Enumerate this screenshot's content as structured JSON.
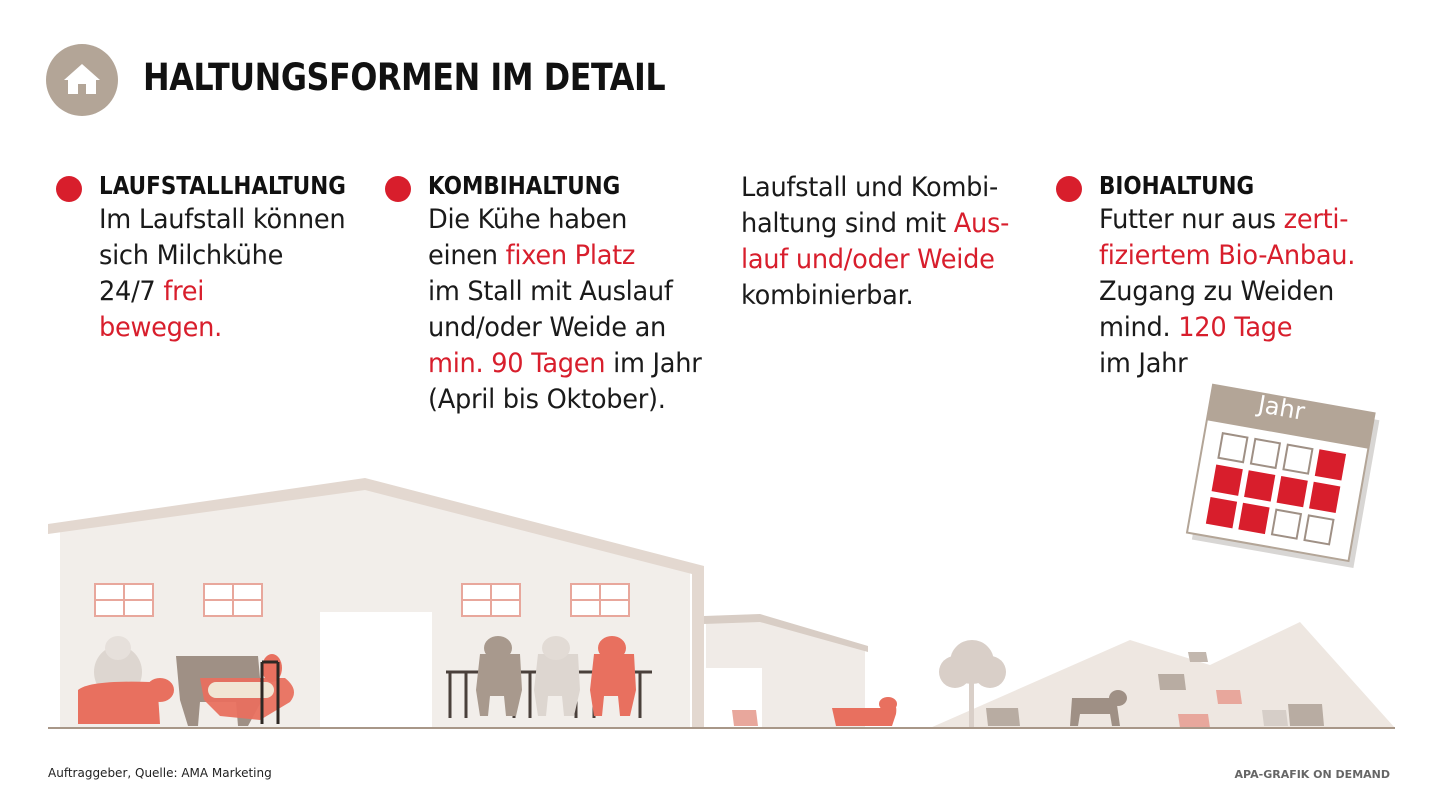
{
  "header": {
    "title": "HALTUNGSFORMEN IM DETAIL",
    "icon": "house-icon"
  },
  "colors": {
    "accent": "#d81e2c",
    "icon_bg": "#b3a597",
    "barn": "#f2eeea",
    "cow_red": "#e8705f",
    "cow_gray": "#9f9085"
  },
  "sections": [
    {
      "heading": "LAUFSTALLHALTUNG",
      "lines": [
        [
          {
            "t": "Im Laufstall können"
          }
        ],
        [
          {
            "t": "sich Milchkühe"
          }
        ],
        [
          {
            "t": "24/7 "
          },
          {
            "t": "frei",
            "red": true
          }
        ],
        [
          {
            "t": "bewegen.",
            "red": true
          }
        ]
      ]
    },
    {
      "heading": "KOMBIHALTUNG",
      "lines": [
        [
          {
            "t": "Die Kühe haben"
          }
        ],
        [
          {
            "t": "einen "
          },
          {
            "t": "fixen Platz",
            "red": true
          }
        ],
        [
          {
            "t": "im Stall mit Auslauf"
          }
        ],
        [
          {
            "t": "und/oder Weide an"
          }
        ],
        [
          {
            "t": "min. 90 Tagen",
            "red": true
          },
          {
            "t": " im Jahr"
          }
        ],
        [
          {
            "t": "(April bis Oktober)."
          }
        ]
      ]
    },
    {
      "heading": "",
      "lines": [
        [
          {
            "t": "Laufstall und Kombi-"
          }
        ],
        [
          {
            "t": "haltung sind mit "
          },
          {
            "t": "Aus-",
            "red": true
          }
        ],
        [
          {
            "t": "lauf und/oder Weide",
            "red": true
          }
        ],
        [
          {
            "t": "kombinierbar."
          }
        ]
      ]
    },
    {
      "heading": "BIOHALTUNG",
      "lines": [
        [
          {
            "t": "Futter nur aus "
          },
          {
            "t": "zerti-",
            "red": true
          }
        ],
        [
          {
            "t": "fiziertem Bio-Anbau.",
            "red": true
          }
        ],
        [
          {
            "t": "Zugang zu Weiden"
          }
        ],
        [
          {
            "t": "mind. "
          },
          {
            "t": "120 Tage",
            "red": true
          }
        ],
        [
          {
            "t": "im Jahr"
          }
        ]
      ]
    }
  ],
  "calendar": {
    "label": "Jahr",
    "months_filled": [
      false,
      false,
      false,
      true,
      true,
      true,
      true,
      true,
      true,
      true,
      false,
      false
    ]
  },
  "footer": {
    "source": "Auftraggeber, Quelle: AMA Marketing",
    "credit": "APA-GRAFIK ON DEMAND"
  }
}
